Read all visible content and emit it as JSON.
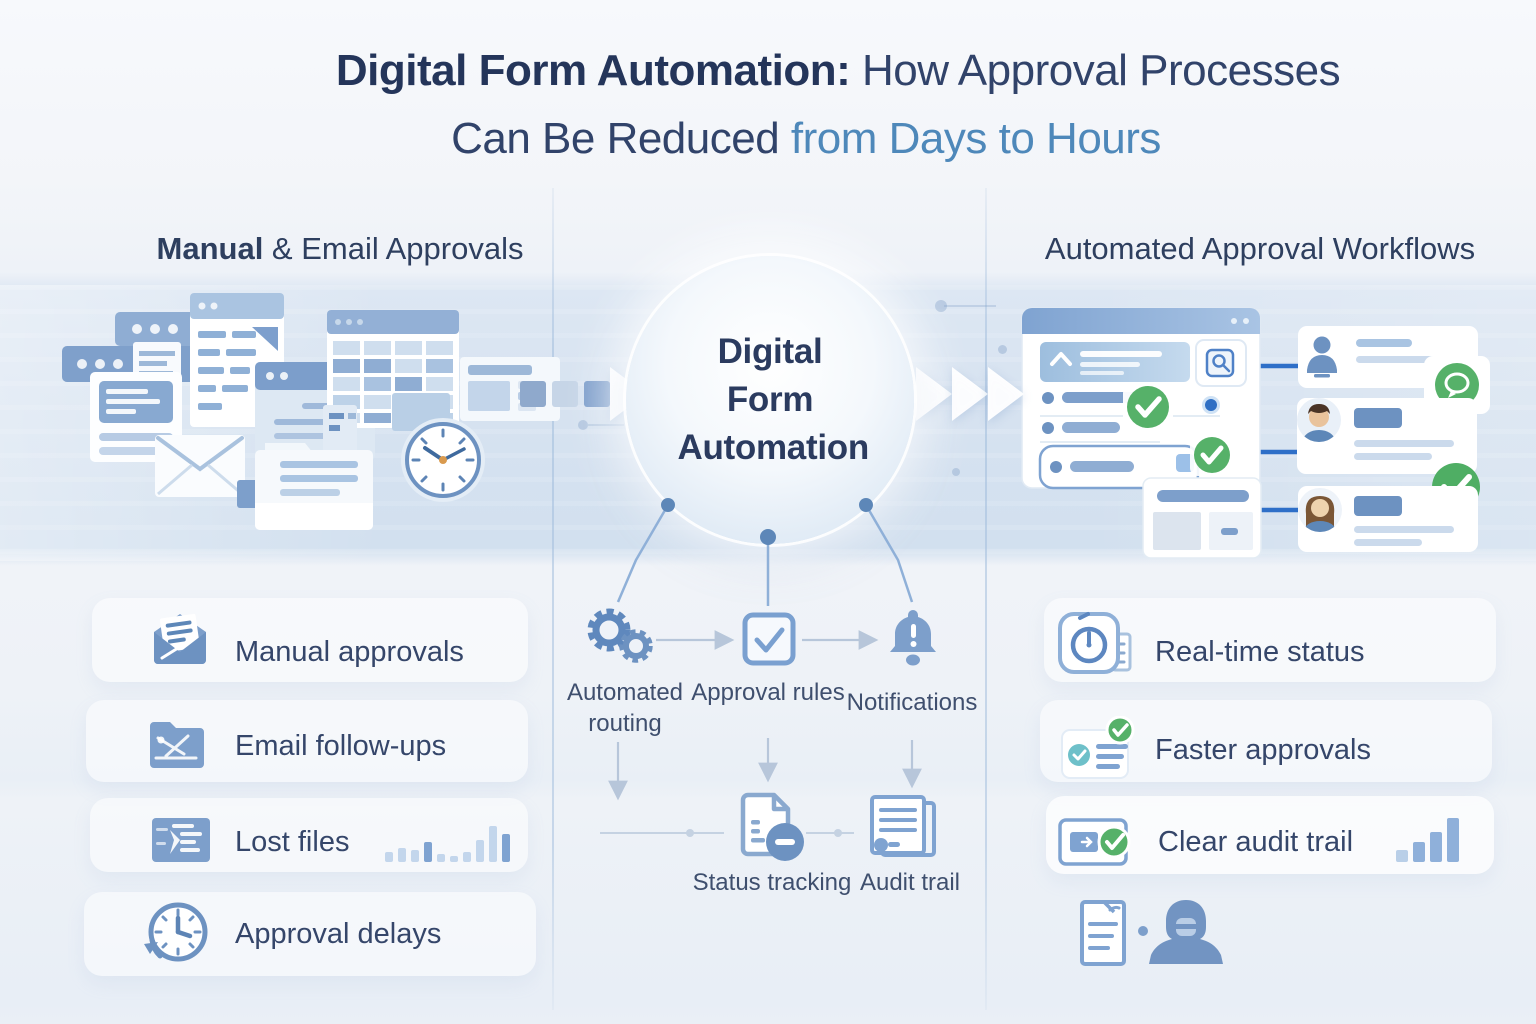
{
  "title": {
    "line1_bold": "Digital Form Automation:",
    "line1_regular": " How Approval Processes",
    "line2_regular": "Can Be Reduced ",
    "line2_accent": "from Days to Hours"
  },
  "left_section": {
    "heading_bold": "Manual",
    "heading_regular": " & Email Approvals",
    "items": [
      {
        "label": "Manual approvals",
        "icon": "open-envelope-icon"
      },
      {
        "label": "Email follow-ups",
        "icon": "email-folder-icon"
      },
      {
        "label": "Lost files",
        "icon": "lost-file-icon"
      },
      {
        "label": "Approval delays",
        "icon": "clock-delay-icon"
      }
    ]
  },
  "center_section": {
    "circle_label": "Digital Form Automation",
    "row1": [
      {
        "label": "Automated routing",
        "icon": "gears-icon"
      },
      {
        "label": "Approval rules",
        "icon": "checkbox-icon"
      },
      {
        "label": "Notifications",
        "icon": "bell-icon"
      }
    ],
    "row2": [
      {
        "label": "Status tracking",
        "icon": "status-document-icon"
      },
      {
        "label": "Audit trail",
        "icon": "audit-pages-icon"
      }
    ]
  },
  "right_section": {
    "heading": "Automated Approval Workflows",
    "items": [
      {
        "label": "Real-time status",
        "icon": "stopwatch-icon"
      },
      {
        "label": "Faster approvals",
        "icon": "approved-card-icon"
      },
      {
        "label": "Clear audit trail",
        "icon": "audit-card-icon"
      }
    ]
  },
  "colors": {
    "navy": "#2c3c60",
    "accent_blue": "#4e88ba",
    "icon_blue": "#6d92c1",
    "light_blue": "#aac4e1",
    "green": "#56b169",
    "connector_blue": "#2e6fc8"
  }
}
